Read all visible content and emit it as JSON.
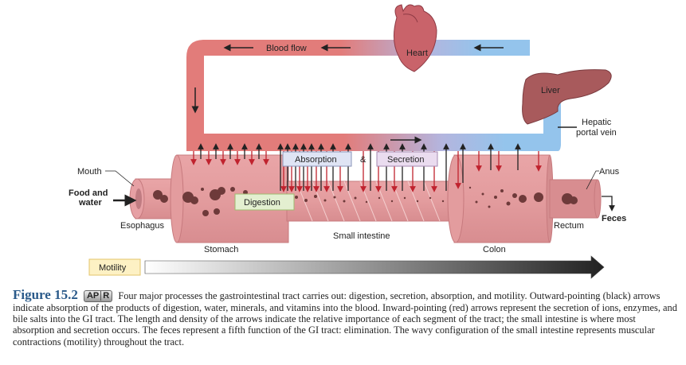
{
  "figure": {
    "number": "Figure 15.2",
    "badge": [
      "AP",
      "R"
    ],
    "caption": "Four major processes the gastrointestinal tract carries out: digestion, secretion, absorption, and motility. Outward-pointing (black) arrows indicate absorption of the products of digestion, water, minerals, and vitamins into the blood. Inward-pointing (red) arrows represent the secretion of ions, enzymes, and bile salts into the GI tract. The length and density of the arrows indicate the relative importance of each segment of the tract; the small intestine is where most absorption and secretion occurs. The feces represent a fifth function of the GI tract: elimination. The wavy configuration of the small intestine represents muscular contractions (motility) throughout the tract."
  },
  "labels": {
    "blood_flow": "Blood flow",
    "heart": "Heart",
    "liver": "Liver",
    "hepatic_portal_vein_1": "Hepatic",
    "hepatic_portal_vein_2": "portal vein",
    "mouth": "Mouth",
    "food_water_1": "Food and",
    "food_water_2": "water",
    "esophagus": "Esophagus",
    "stomach": "Stomach",
    "small_intestine": "Small intestine",
    "colon": "Colon",
    "rectum": "Rectum",
    "anus": "Anus",
    "feces": "Feces",
    "stomach_bottom": "Stomach",
    "colon_bottom": "Colon"
  },
  "process_boxes": {
    "absorption": "Absorption",
    "ampersand": "&",
    "secretion": "Secretion",
    "digestion": "Digestion",
    "motility": "Motility"
  },
  "colors": {
    "artery": "#e07a78",
    "vein": "#92c3ea",
    "tract": "#e6a0a0",
    "secretion_arrow": "#c0222e",
    "absorption_arrow": "#222222",
    "digestion_box": "#e3efd0",
    "absorption_box": "#dfe4f4",
    "secretion_box": "#eadcef",
    "motility_box": "#fdf1c4",
    "figure_title": "#2a5a8a"
  }
}
